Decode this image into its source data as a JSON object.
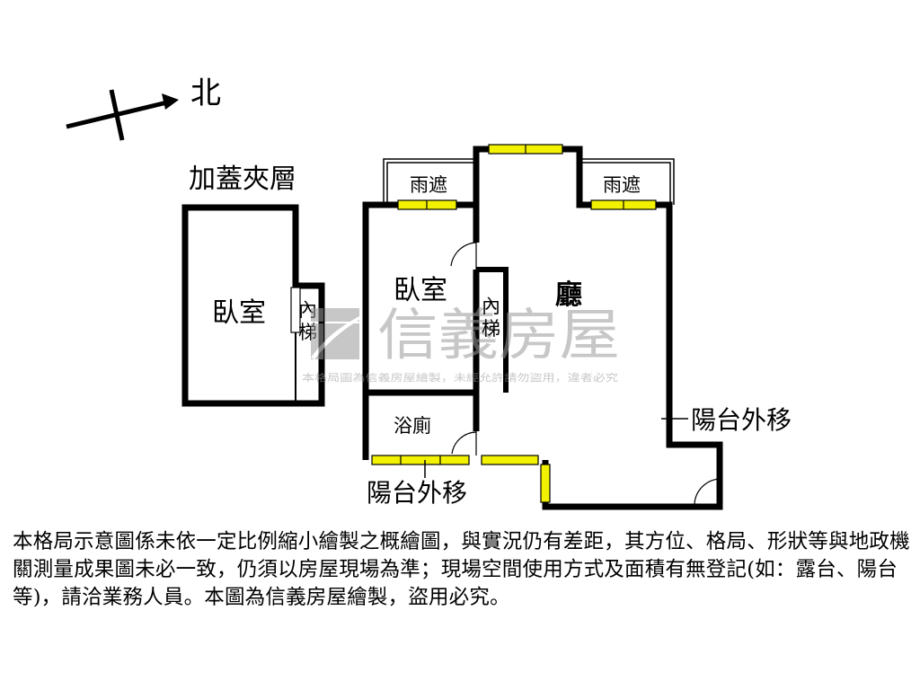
{
  "compass": {
    "label": "北"
  },
  "mezzanine": {
    "title": "加蓋夾層",
    "bedroom": "臥室",
    "stair": "內梯"
  },
  "rooms": {
    "bedroom": "臥室",
    "living": "廳",
    "bathroom": "浴廁",
    "inner_stair": "內梯",
    "canopy_left": "雨遮",
    "canopy_right": "雨遮"
  },
  "annotations": {
    "balcony_right": "陽台外移",
    "balcony_bottom": "陽台外移"
  },
  "watermark": {
    "brand": "信義房屋",
    "notice": "本格局圖為信義房屋繪製，未經允許請勿盜用，違者必究"
  },
  "disclaimer": "本格局示意圖係未依一定比例縮小繪製之概繪圖，與實況仍有差距，其方位、格局、形狀等與地政機關測量成果圖未必一致，仍須以房屋現場為準；現場空間使用方式及面積有無登記(如：露台、陽台等)，請洽業務人員。本圖為信義房屋繪製，盜用必究。",
  "colors": {
    "wall": "#000000",
    "window": "#f2f200",
    "watermark": "#b8b8b8"
  }
}
